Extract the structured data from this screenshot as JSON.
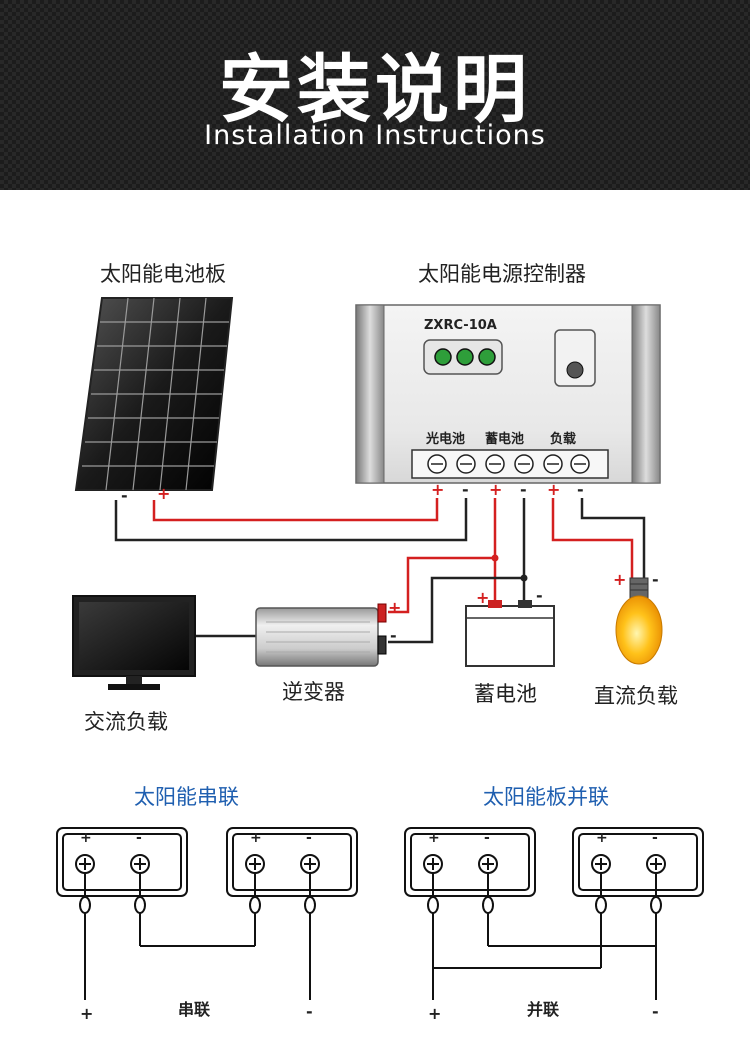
{
  "header": {
    "title": "安装说明",
    "subtitle": "Installation Instructions"
  },
  "system": {
    "solar_panel_label": "太阳能电池板",
    "controller_label": "太阳能电源控制器",
    "controller_model": "ZXRC-10A",
    "terminal_pv": "光电池",
    "terminal_battery": "蓄电池",
    "terminal_load": "负载",
    "ac_load_label": "交流负载",
    "inverter_label": "逆变器",
    "battery_label": "蓄电池",
    "dc_load_label": "直流负载",
    "plus": "+",
    "minus": "-"
  },
  "series": {
    "title": "太阳能串联",
    "bottom_label": "串联"
  },
  "parallel": {
    "title": "太阳能板并联",
    "bottom_label": "并联"
  },
  "colors": {
    "header_bg": "#1c1c1c",
    "wire_positive": "#d42020",
    "wire_negative": "#222222",
    "caption_blue": "#1f5fb0",
    "led_green": "#2e9e3a"
  }
}
